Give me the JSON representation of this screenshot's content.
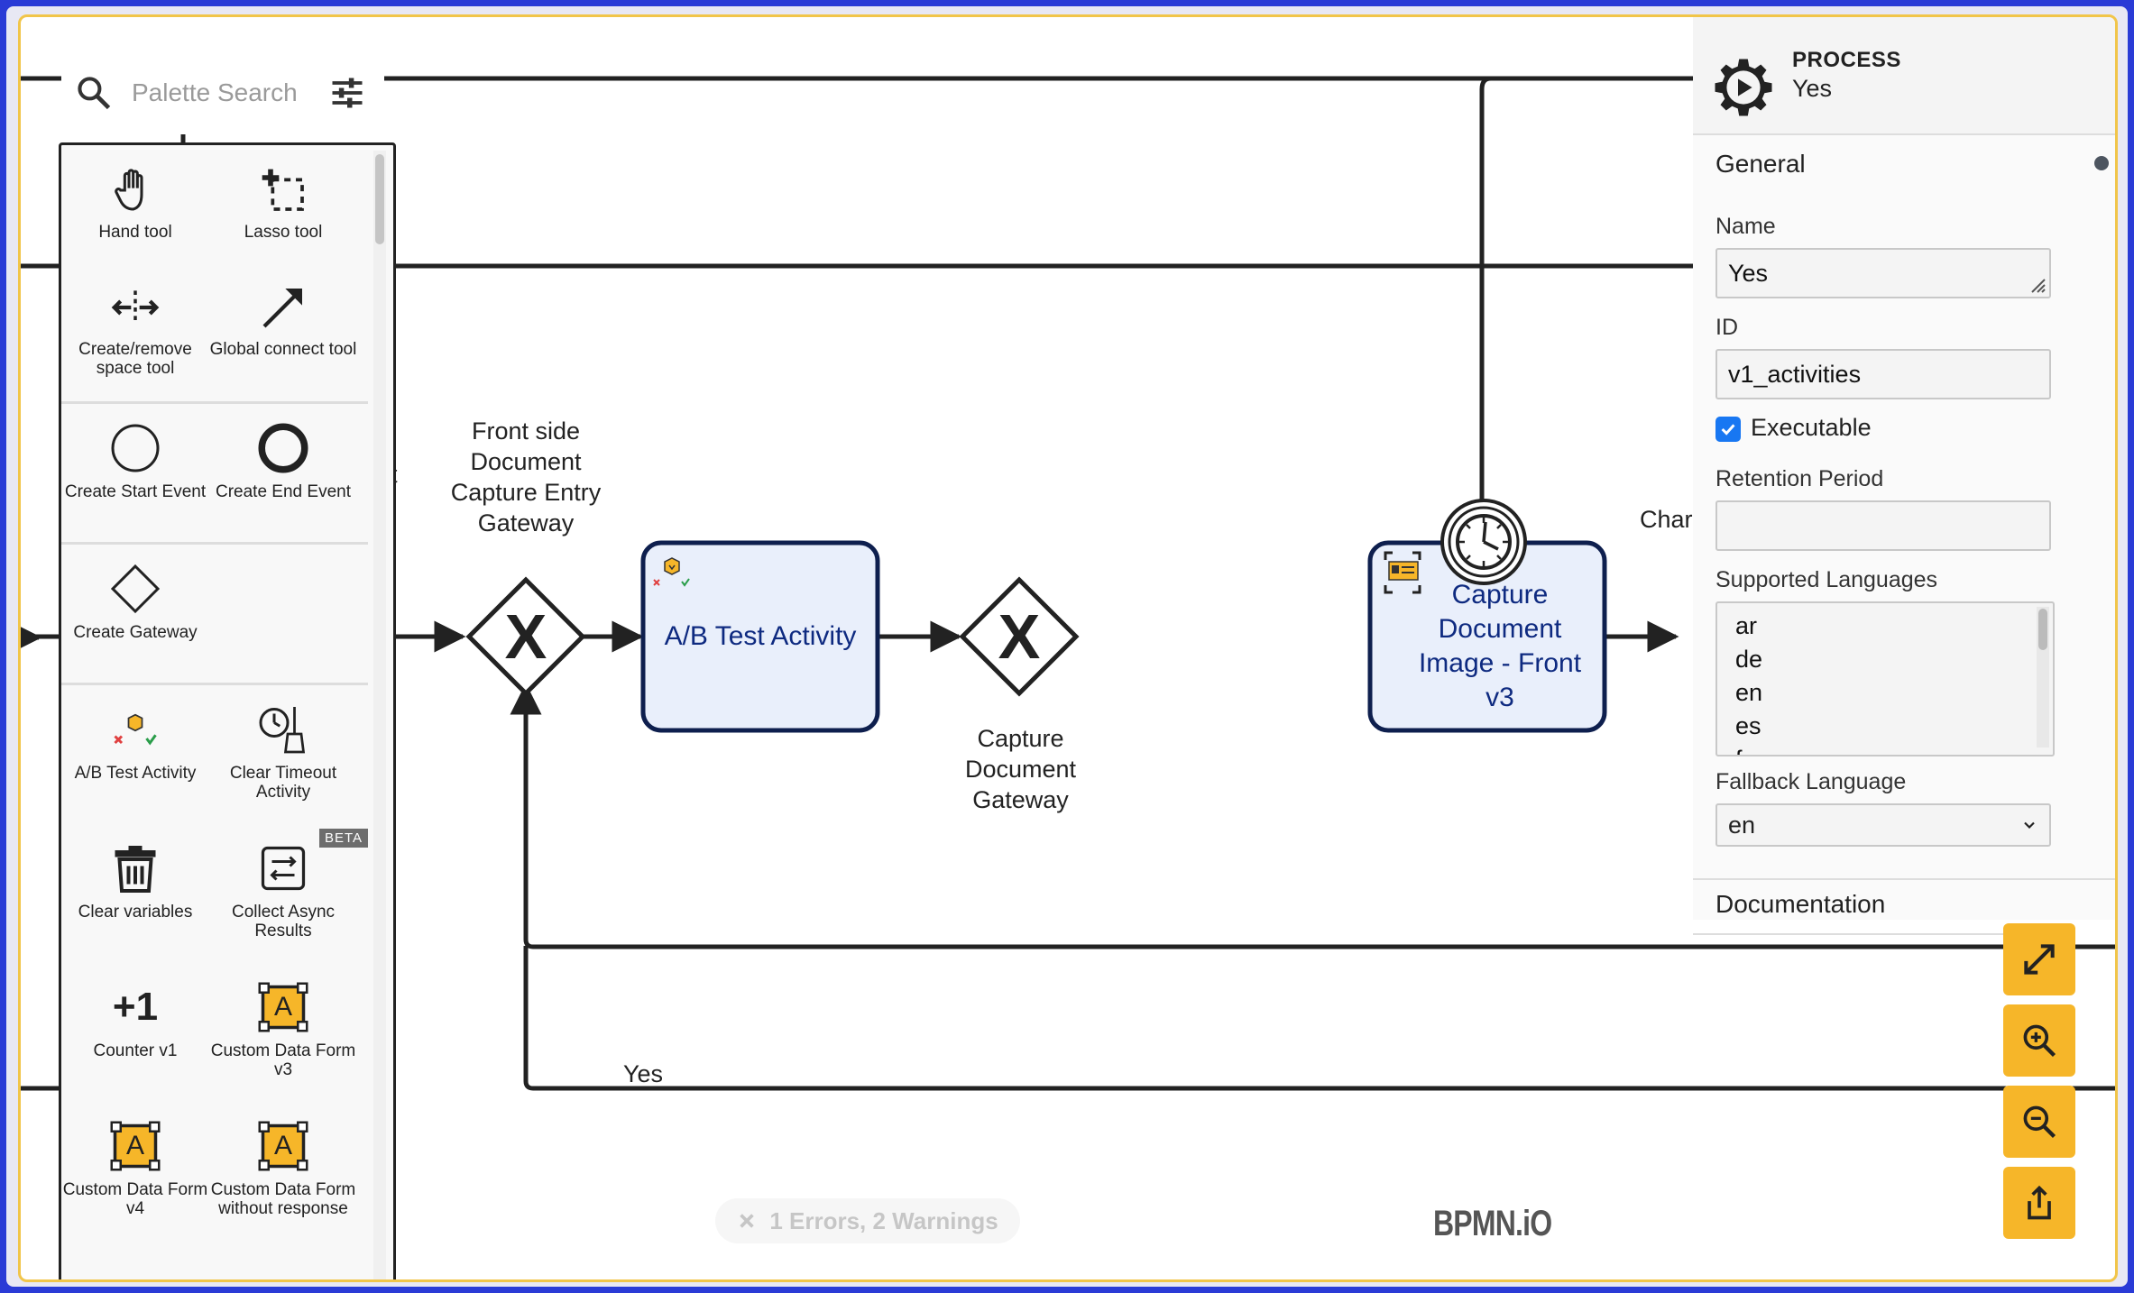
{
  "palette": {
    "search_placeholder": "Palette Search",
    "tools": [
      {
        "label": "Hand tool",
        "icon": "hand-icon"
      },
      {
        "label": "Lasso tool",
        "icon": "lasso-icon"
      },
      {
        "label": "Create/remove space tool",
        "icon": "space-tool-icon"
      },
      {
        "label": "Global connect tool",
        "icon": "connect-arrow-icon"
      },
      {
        "label": "Create Start Event",
        "icon": "start-event-icon"
      },
      {
        "label": "Create End Event",
        "icon": "end-event-icon"
      },
      {
        "label": "Create Gateway",
        "icon": "gateway-icon"
      },
      {
        "label": "A/B Test Activity",
        "icon": "ab-test-icon"
      },
      {
        "label": "Clear Timeout Activity",
        "icon": "clear-timeout-icon"
      },
      {
        "label": "Clear variables",
        "icon": "trash-icon"
      },
      {
        "label": "Collect Async Results",
        "icon": "collect-async-icon"
      },
      {
        "label": "Counter v1",
        "icon": "counter-icon"
      },
      {
        "label": "Custom Data Form v3",
        "icon": "custom-form-icon"
      },
      {
        "label": "Custom Data Form v4",
        "icon": "custom-form-icon"
      },
      {
        "label": "Custom Data Form without response",
        "icon": "custom-form-icon"
      }
    ],
    "beta_badge": "BETA",
    "counter_glyph": "+1",
    "form_glyph": "A"
  },
  "diagram": {
    "gateway1_label": "Front side Document Capture Entry Gateway",
    "gateway1_glyph": "X",
    "task1_label": "A/B Test Activity",
    "gateway2_label": "Capture Document Gateway",
    "gateway2_glyph": "X",
    "task2_label": "Capture Document Image - Front v3",
    "flow_label_yes": "Yes",
    "partial_left_label": "nt",
    "partial_right_label": "Char"
  },
  "properties": {
    "element_type": "PROCESS",
    "element_name": "Yes",
    "group_general": "General",
    "name_label": "Name",
    "name_value": "Yes",
    "id_label": "ID",
    "id_value": "v1_activities",
    "executable_label": "Executable",
    "executable_checked": true,
    "retention_label": "Retention Period",
    "retention_value": "",
    "languages_label": "Supported Languages",
    "languages": [
      "ar",
      "de",
      "en",
      "es",
      "f"
    ],
    "fallback_label": "Fallback Language",
    "fallback_value": "en",
    "group_documentation": "Documentation"
  },
  "status": {
    "errors_text": "1 Errors, 2 Warnings"
  },
  "brand": "BPMN.iO",
  "colors": {
    "accent": "#f6b629",
    "task_fill": "#e9effb",
    "task_stroke": "#0e1f4e",
    "frame": "#2a3bd6"
  }
}
